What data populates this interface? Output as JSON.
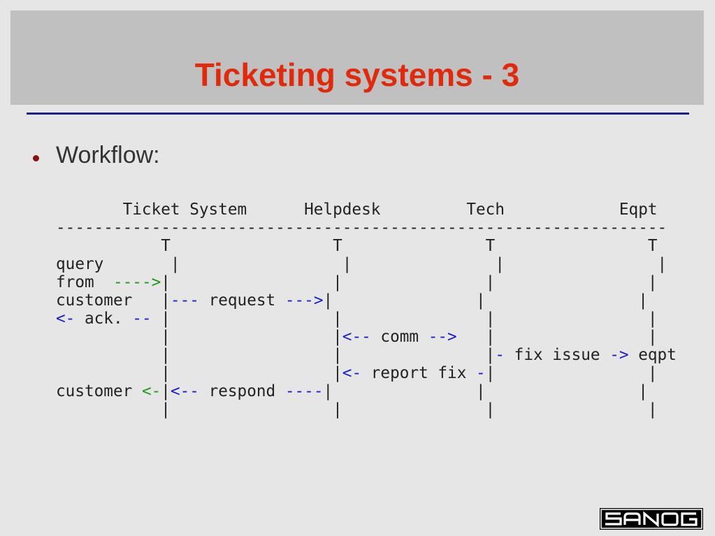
{
  "slide": {
    "title": "Ticketing systems - 3",
    "bullet": "Workflow:"
  },
  "diagram": {
    "rows": [
      [
        {
          "t": "       Ticket System      Helpdesk         Tech            Eqpt"
        }
      ],
      [
        {
          "t": "----------------------------------------------------------------"
        }
      ],
      [
        {
          "t": "           T                 T               T                T"
        }
      ],
      [
        {
          "t": "query       |                 |               |                |"
        }
      ],
      [
        {
          "t": "from  "
        },
        {
          "t": "---->",
          "c": "g"
        },
        {
          "t": "|                 |               |                |"
        }
      ],
      [
        {
          "t": "customer   |"
        },
        {
          "t": "---",
          "c": "b"
        },
        {
          "t": " request "
        },
        {
          "t": "--->",
          "c": "b"
        },
        {
          "t": "|               |                |"
        }
      ],
      [
        {
          "t": "<-",
          "c": "b"
        },
        {
          "t": " ack. "
        },
        {
          "t": "--",
          "c": "b"
        },
        {
          "t": " |                 |               |                |"
        }
      ],
      [
        {
          "t": "           |                 |"
        },
        {
          "t": "<--",
          "c": "b"
        },
        {
          "t": " comm "
        },
        {
          "t": "-->",
          "c": "b"
        },
        {
          "t": "   |                |"
        }
      ],
      [
        {
          "t": "           |                 |               |"
        },
        {
          "t": "-",
          "c": "b"
        },
        {
          "t": " fix issue "
        },
        {
          "t": "->",
          "c": "b"
        },
        {
          "t": " eqpt"
        }
      ],
      [
        {
          "t": "           |                 |"
        },
        {
          "t": "<-",
          "c": "b"
        },
        {
          "t": " report fix "
        },
        {
          "t": "-",
          "c": "b"
        },
        {
          "t": "|                |"
        }
      ],
      [
        {
          "t": "customer "
        },
        {
          "t": "<-",
          "c": "g"
        },
        {
          "t": "|"
        },
        {
          "t": "<--",
          "c": "b"
        },
        {
          "t": " respond "
        },
        {
          "t": "----",
          "c": "b"
        },
        {
          "t": "|               |                |"
        }
      ],
      [
        {
          "t": "           |                 |               |                |"
        }
      ]
    ]
  },
  "logo": {
    "text": "SANOG",
    "background": "#000000",
    "foreground": "#ffffff"
  },
  "colors": {
    "title": "#e02a0e",
    "rule": "#1d1f8a",
    "bullet": "#8a0f0f",
    "arrow_green": "#1a9a1a",
    "arrow_blue": "#1c1ccc"
  }
}
